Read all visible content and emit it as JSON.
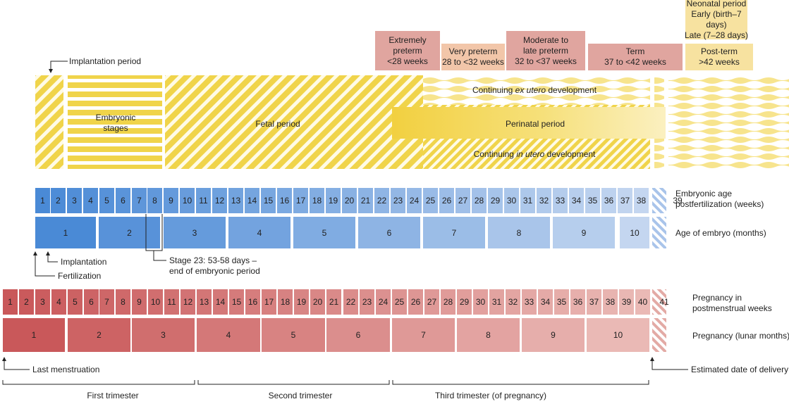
{
  "colors": {
    "yellow": "#f0d44a",
    "yellow_light": "#f7e48d",
    "blue_dark": "#4a8ad6",
    "blue_light": "#c4d6f0",
    "red_dark": "#c9585a",
    "red_light": "#eab9b5",
    "pink_box": "#e0a59f",
    "peach_box": "#f2c6a9",
    "yellow_box": "#f7e2a0"
  },
  "preterm_boxes": [
    {
      "lines": [
        "Extremely",
        "preterm",
        "<28 weeks"
      ]
    },
    {
      "lines": [
        "Very preterm",
        "28 to <32 weeks"
      ]
    },
    {
      "lines": [
        "Moderate to",
        "late preterm",
        "32 to <37 weeks"
      ]
    },
    {
      "lines": [
        "Term",
        "37 to <42 weeks"
      ]
    },
    {
      "lines": [
        "Post-term",
        ">42 weeks"
      ]
    }
  ],
  "neonatal": {
    "lines": [
      "Neonatal period",
      "Early (birth–7 days)",
      "Late (7–28 days)"
    ]
  },
  "periods": {
    "implantation": "Implantation period",
    "embryonic_stages": [
      "Embryonic",
      "stages"
    ],
    "fetal": "Fetal period",
    "ex_utero": {
      "pre": "Continuing ",
      "em": "ex utero",
      "post": " development"
    },
    "perinatal": "Perinatal period",
    "in_utero": {
      "pre": "Continuing ",
      "em": "in utero",
      "post": " development"
    }
  },
  "embryo_weeks": [
    "1",
    "2",
    "3",
    "4",
    "5",
    "6",
    "7",
    "8",
    "9",
    "10",
    "11",
    "12",
    "13",
    "14",
    "15",
    "16",
    "17",
    "18",
    "19",
    "20",
    "21",
    "22",
    "23",
    "24",
    "25",
    "26",
    "27",
    "28",
    "29",
    "30",
    "31",
    "32",
    "33",
    "34",
    "35",
    "36",
    "37",
    "38",
    "39"
  ],
  "embryo_months": [
    "1",
    "2",
    "3",
    "4",
    "5",
    "6",
    "7",
    "8",
    "9",
    "10"
  ],
  "labels": {
    "embryonic_age": [
      "Embryonic age",
      "postfertilization (weeks)"
    ],
    "age_months": "Age of embryo (months)",
    "implantation": "Implantation",
    "fertilization": "Fertilization",
    "stage23": [
      "Stage 23: 53-58 days –",
      "end of embryonic period"
    ],
    "preg_weeks": [
      "Pregnancy in",
      "postmenstrual weeks"
    ],
    "preg_months": "Pregnancy (lunar months)",
    "last_mens": "Last menstruation",
    "edd": "Estimated date of delivery"
  },
  "preg_weeks": [
    "1",
    "2",
    "3",
    "4",
    "5",
    "6",
    "7",
    "8",
    "9",
    "10",
    "11",
    "12",
    "13",
    "14",
    "15",
    "16",
    "17",
    "18",
    "19",
    "20",
    "21",
    "22",
    "23",
    "24",
    "25",
    "26",
    "27",
    "28",
    "29",
    "30",
    "31",
    "32",
    "33",
    "34",
    "35",
    "36",
    "37",
    "38",
    "39",
    "40",
    "41"
  ],
  "preg_months": [
    "1",
    "2",
    "3",
    "4",
    "5",
    "6",
    "7",
    "8",
    "9",
    "10"
  ],
  "trimesters": [
    "First trimester",
    "Second trimester",
    "Third trimester (of pregnancy)"
  ]
}
